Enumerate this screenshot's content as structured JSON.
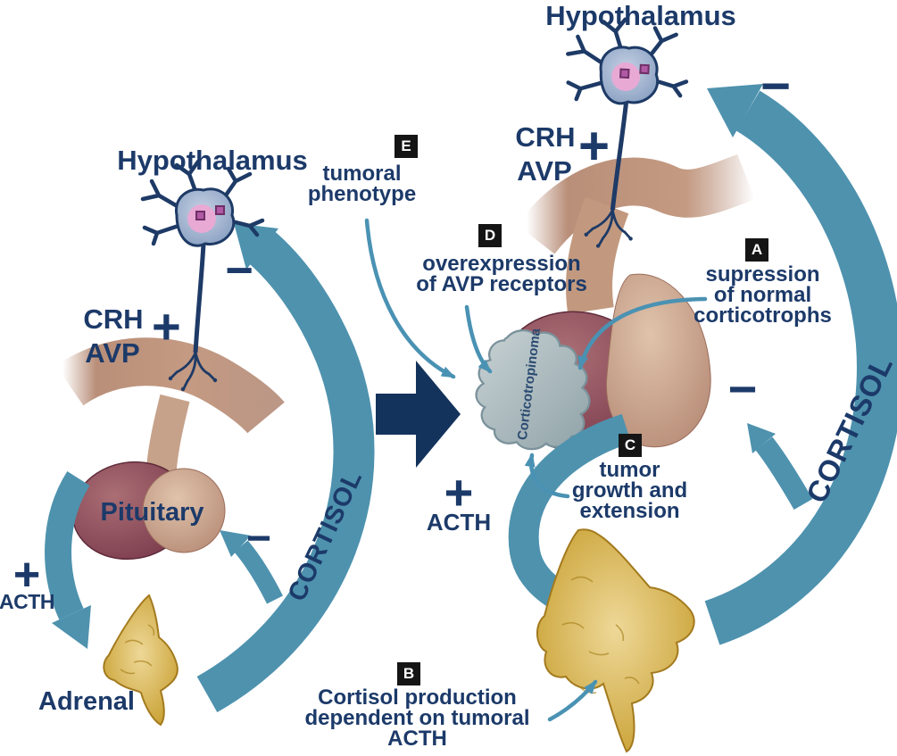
{
  "left_panel": {
    "hypothalamus_label": "Hypothalamus",
    "crh_label": "CRH",
    "avp_label": "AVP",
    "crh_plus": "+",
    "hypothalamus_minus": "−",
    "pituitary_label": "Pituitary",
    "pituitary_minus": "−",
    "acth_plus": "+",
    "acth_label": "ACTH",
    "adrenal_label": "Adrenal",
    "cortisol_label": "CORTISOL"
  },
  "right_panel": {
    "hypothalamus_label": "Hypothalamus",
    "hypothalamus_minus": "−",
    "crh_label": "CRH",
    "avp_label": "AVP",
    "crh_plus": "+",
    "pituitary_minus": "−",
    "acth_plus": "+",
    "acth_label": "ACTH",
    "cortisol_label": "CORTISOL",
    "corticotropinoma_label": "Corticotropinoma"
  },
  "annotations": {
    "A": {
      "badge": "A",
      "lines": [
        "supression",
        "of normal",
        "corticotrophs"
      ]
    },
    "B": {
      "badge": "B",
      "lines": [
        "Cortisol production",
        "dependent on tumoral",
        "ACTH"
      ]
    },
    "C": {
      "badge": "C",
      "lines": [
        "tumor",
        "growth and",
        "extension"
      ]
    },
    "D": {
      "badge": "D",
      "lines": [
        "overexpression",
        "of AVP receptors"
      ]
    },
    "E": {
      "badge": "E",
      "lines": [
        "tumoral",
        "phenotype"
      ]
    }
  },
  "colors": {
    "text_navy": "#1c3a69",
    "outline_navy": "#1e3a66",
    "arrow_teal": "#4e92ae",
    "thin_arrow_teal": "#4a92b3",
    "transition_arrow_navy": "#14335c",
    "pituitary_maroon": "#7c3c4e",
    "pituitary_light_lobe": "#b78c77",
    "stalk_brown": "#c49a82",
    "adrenal_gold": "#c79e2e",
    "neuron_blue": "#8aa0c2",
    "nucleus_pink": "#e8a9d5",
    "tumor_cloud_gray": "#a9b9bd",
    "badge_black": "#151515"
  }
}
